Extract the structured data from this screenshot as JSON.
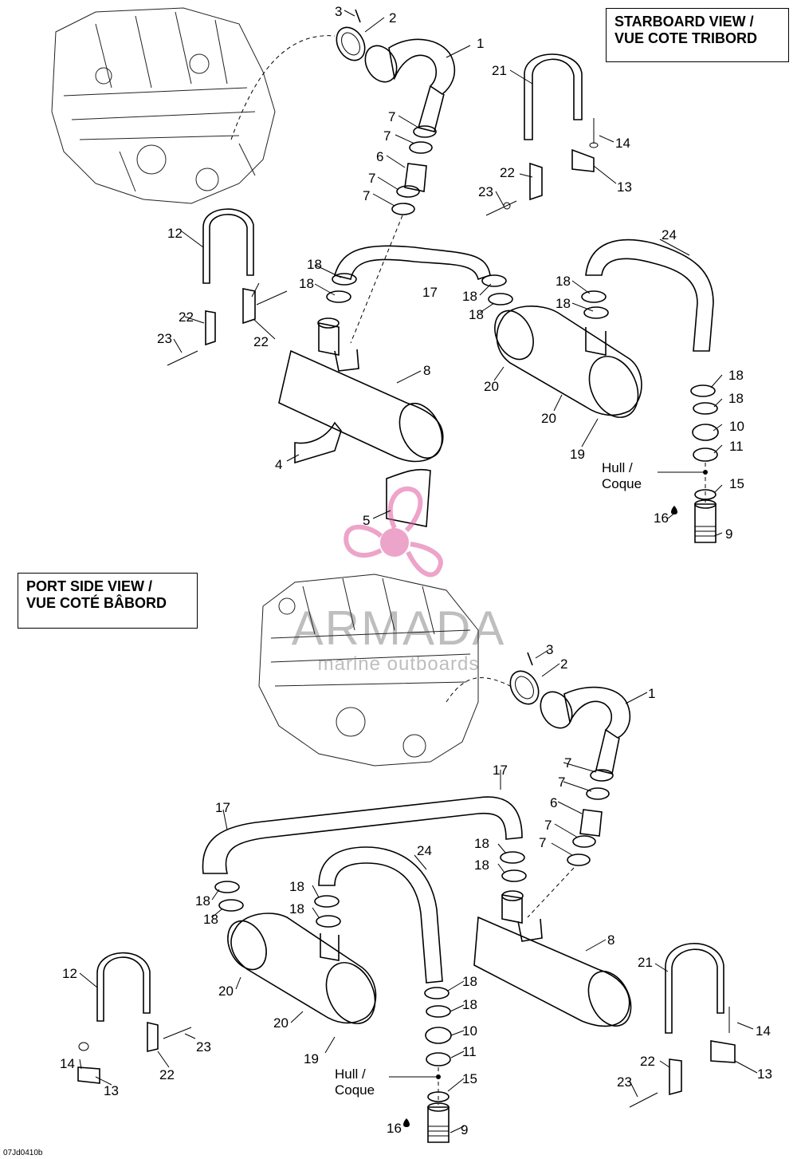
{
  "views": {
    "starboard": {
      "line1": "STARBOARD VIEW /",
      "line2": "VUE COTE TRIBORD"
    },
    "port": {
      "line1": "PORT SIDE VIEW /",
      "line2": "VUE COTÉ BÂBORD"
    }
  },
  "hull": {
    "line1": "Hull /",
    "line2": "Coque"
  },
  "watermark": {
    "title": "ARMADA",
    "subtitle": "marine outboards"
  },
  "drawing_code": "07Jd0410b",
  "callouts_starboard": [
    "1",
    "2",
    "3",
    "4",
    "5",
    "6",
    "7",
    "7",
    "7",
    "7",
    "8",
    "9",
    "10",
    "11",
    "12",
    "13",
    "14",
    "15",
    "16",
    "17",
    "18",
    "18",
    "18",
    "18",
    "18",
    "18",
    "18",
    "18",
    "19",
    "20",
    "20",
    "21",
    "22",
    "22",
    "22",
    "23",
    "23",
    "24"
  ],
  "callouts_port": [
    "1",
    "2",
    "3",
    "6",
    "7",
    "7",
    "7",
    "7",
    "8",
    "9",
    "10",
    "11",
    "12",
    "13",
    "14",
    "15",
    "16",
    "17",
    "17",
    "18",
    "18",
    "18",
    "18",
    "18",
    "18",
    "18",
    "18",
    "19",
    "20",
    "20",
    "21",
    "22",
    "22",
    "23",
    "23",
    "24"
  ],
  "colors": {
    "line": "#000000",
    "watermark_logo": "#e05aa0",
    "watermark_text": "#8a8a8a"
  }
}
